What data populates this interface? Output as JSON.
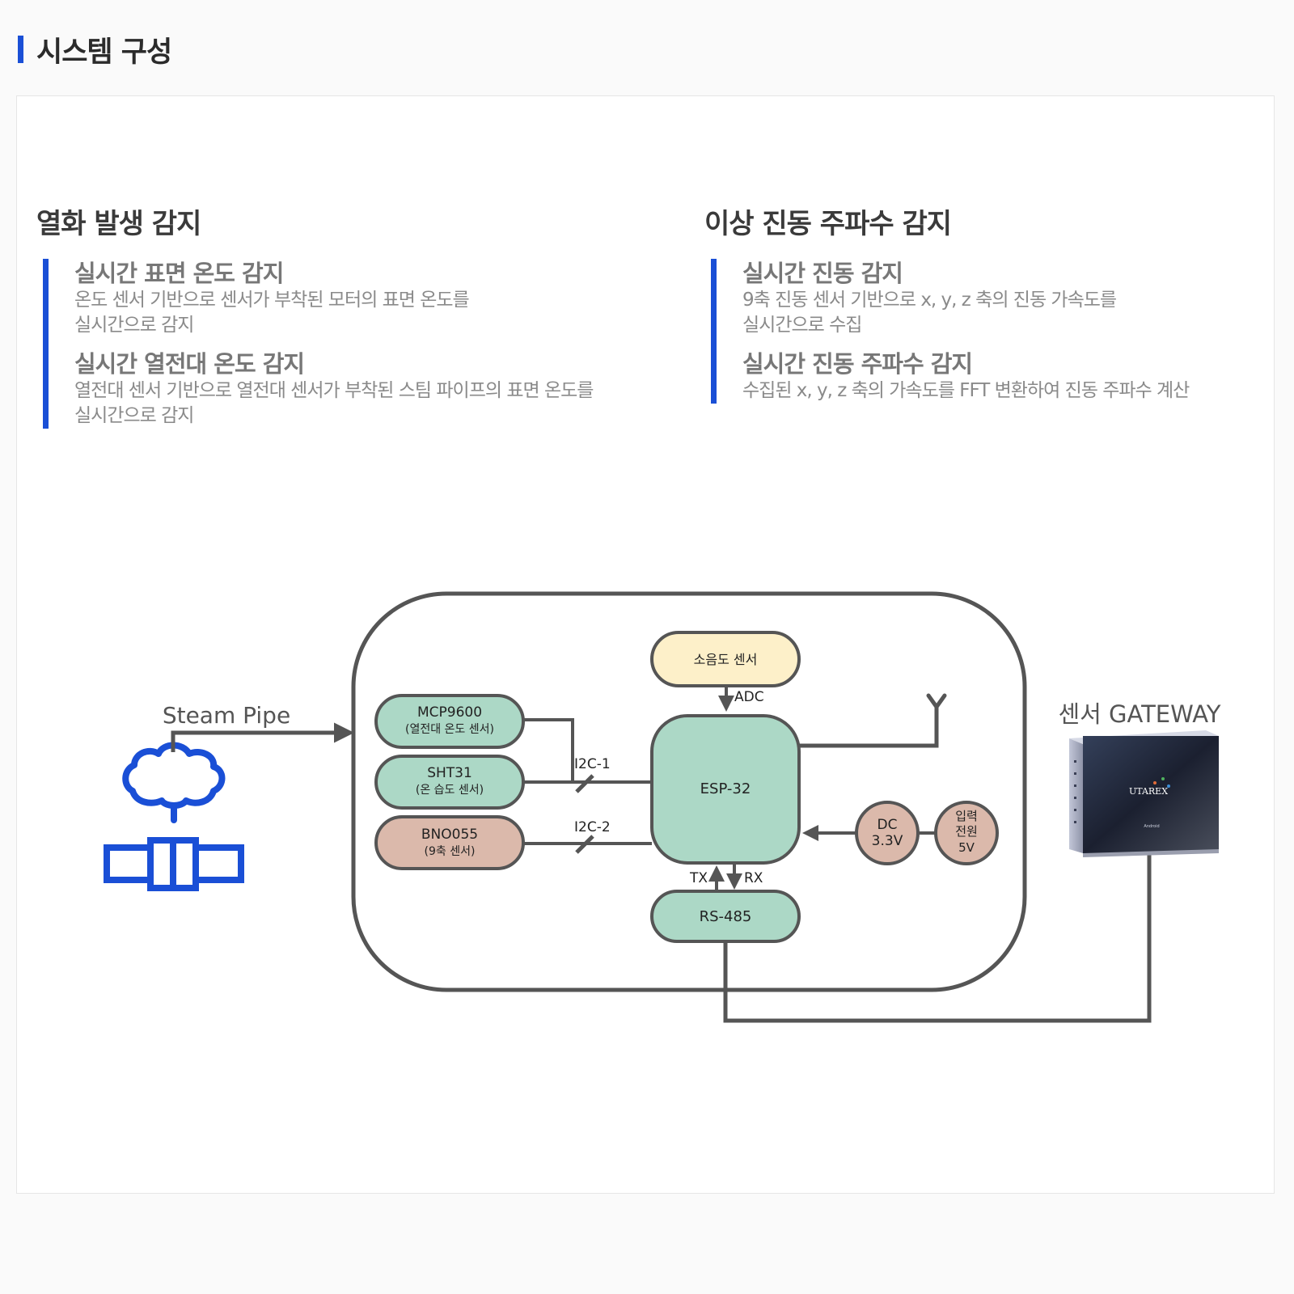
{
  "header": {
    "title": "시스템 구성"
  },
  "colors": {
    "accent": "#1a4fd6",
    "line": "#555555",
    "green": "#acd8c6",
    "yellow": "#fdf0c9",
    "pink": "#dbb9ab"
  },
  "left_section": {
    "title": "열화 발생 감지",
    "features": [
      {
        "title": "실시간 표면 온도 감지",
        "desc": "온도 센서 기반으로 센서가 부착된 모터의 표면 온도를\n실시간으로 감지"
      },
      {
        "title": "실시간 열전대 온도 감지",
        "desc": "열전대 센서 기반으로 열전대 센서가 부착된 스팀 파이프의 표면 온도를\n실시간으로 감지"
      }
    ]
  },
  "right_section": {
    "title": "이상 진동 주파수 감지",
    "features": [
      {
        "title": "실시간 진동 감지",
        "desc": "9축 진동 센서 기반으로 x, y, z 축의 진동 가속도를\n실시간으로 수집"
      },
      {
        "title": "실시간 진동 주파수 감지",
        "desc": "수집된 x, y, z 축의 가속도를 FFT 변환하여 진동 주파수 계산"
      }
    ]
  },
  "diagram": {
    "steam_pipe_label": "Steam Pipe",
    "gateway_label": "센서 GATEWAY",
    "gateway_brand": "UTAREX",
    "gateway_sub": "Android",
    "nodes": {
      "noise_sensor": "소음도 센서",
      "esp32": "ESP-32",
      "rs485": "RS-485",
      "mcp9600_name": "MCP9600",
      "mcp9600_desc": "(열전대 온도 센서)",
      "sht31_name": "SHT31",
      "sht31_desc": "(온 습도 센서)",
      "bno055_name": "BNO055",
      "bno055_desc": "(9축 센서)",
      "dc_line1": "DC",
      "dc_line2": "3.3V",
      "power_line1": "입력",
      "power_line2": "전원",
      "power_line3": "5V"
    },
    "labels": {
      "adc": "ADC",
      "i2c1": "I2C-1",
      "i2c2": "I2C-2",
      "tx": "TX",
      "rx": "RX"
    }
  }
}
